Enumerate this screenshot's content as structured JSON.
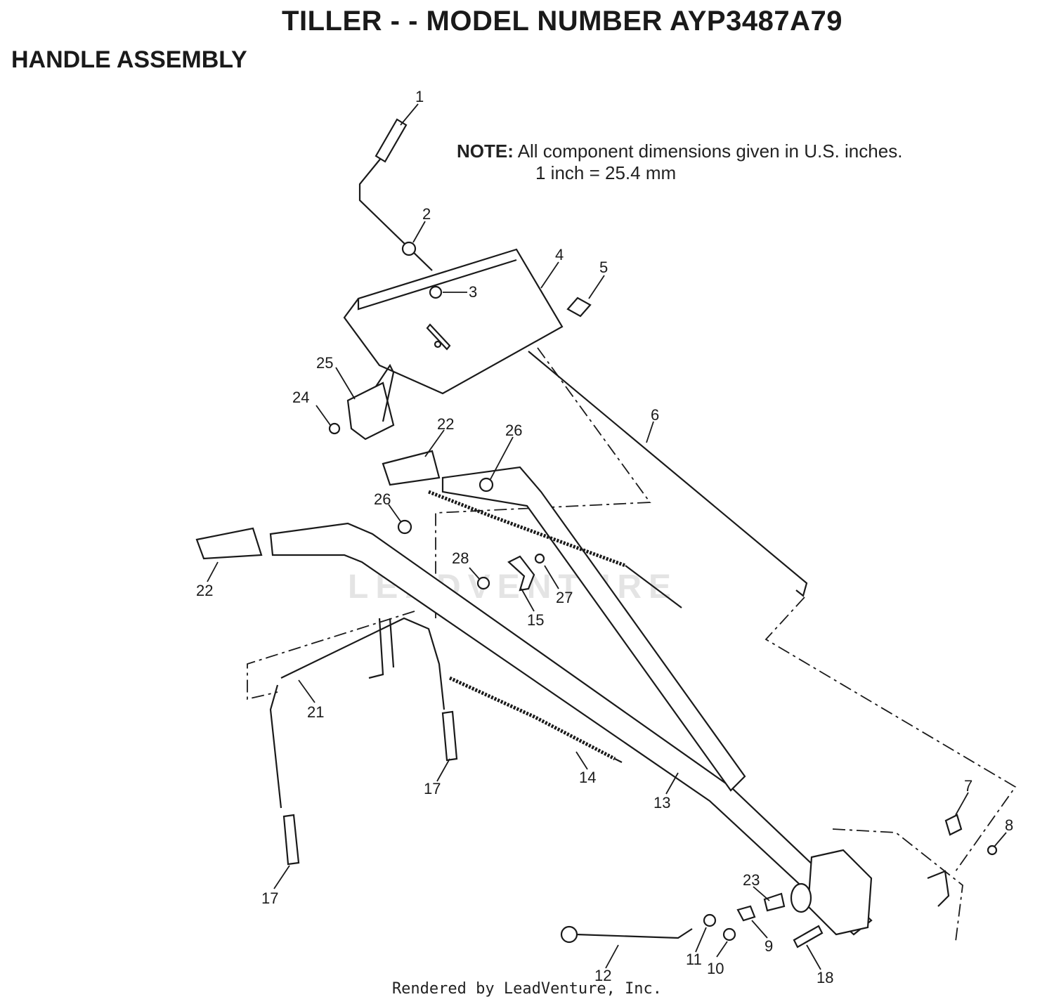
{
  "title": "TILLER - - MODEL NUMBER AYP3487A79",
  "subtitle": "HANDLE ASSEMBLY",
  "note": {
    "label": "NOTE:",
    "line1": "All component dimensions given in U.S. inches.",
    "line2": "1 inch = 25.4 mm"
  },
  "callouts": [
    "1",
    "2",
    "3",
    "4",
    "5",
    "6",
    "7",
    "8",
    "9",
    "10",
    "11",
    "12",
    "13",
    "14",
    "15",
    "17",
    "17",
    "18",
    "21",
    "22",
    "22",
    "23",
    "24",
    "25",
    "26",
    "26",
    "27",
    "28"
  ],
  "watermark": "LEADVENTURE",
  "footer": "Rendered by LeadVenture, Inc."
}
